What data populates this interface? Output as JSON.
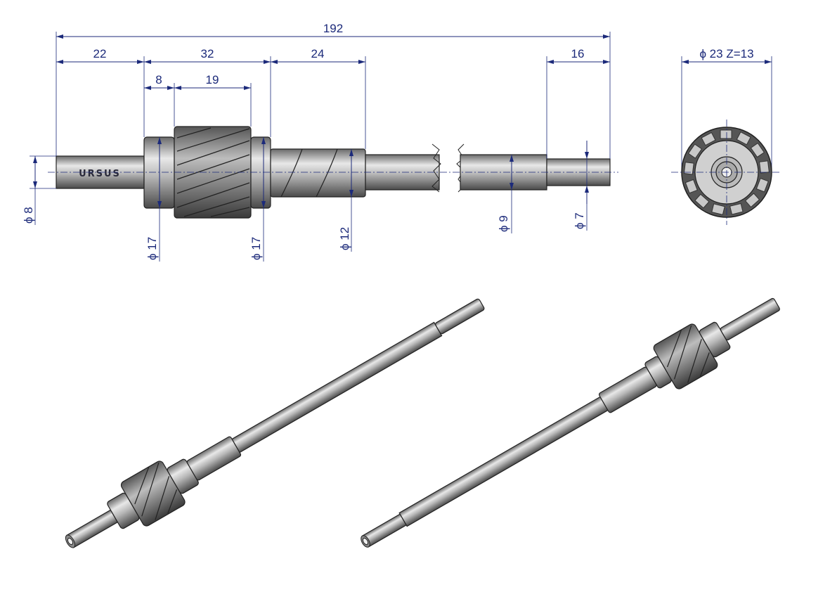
{
  "drawing": {
    "logo_text": "URSUS",
    "dimensions": {
      "overall_length": "192",
      "left_shaft_length": "22",
      "gear_section_length": "32",
      "spiral_section_length": "24",
      "right_end_length": "16",
      "collar_width": "8",
      "gear_width": "19",
      "dia_left_shaft": "ϕ 8",
      "dia_collar_left": "ϕ 17",
      "dia_collar_right": "ϕ 17",
      "dia_spiral": "ϕ 12",
      "dia_shaft": "ϕ 9",
      "dia_end": "ϕ 7",
      "gear_spec": "ϕ 23  Z=13"
    },
    "colors": {
      "dimension": "#1c2a7a",
      "metal_light": "#e6e6e6",
      "metal_dark": "#5a5a5a"
    }
  }
}
